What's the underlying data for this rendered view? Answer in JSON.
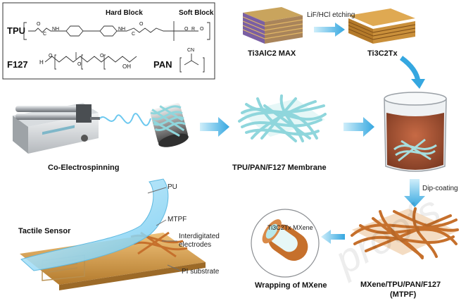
{
  "chem_box": {
    "hard_block_label": "Hard Block",
    "soft_block_label": "Soft Block",
    "tpu_label": "TPU",
    "f127_label": "F127",
    "pan_label": "PAN",
    "tpu_formula_fragments": [
      "O",
      "C",
      "NH",
      "NH",
      "C",
      "O",
      "O",
      "R",
      "O"
    ],
    "f127_fragments": [
      "H",
      "O",
      "O",
      "O",
      "OH"
    ],
    "pan_fragments": [
      "CN"
    ]
  },
  "steps": {
    "etching_label": "LiF/HCl etching",
    "max_label": "Ti3AlC2 MAX",
    "mxene_label": "Ti3C2Tx",
    "electrospinning_label": "Co-Electrospinning",
    "membrane_label": "TPU/PAN/F127 Membrane",
    "dip_coating_label": "Dip-coating",
    "mtpf_label_line1": "MXene/TPU/PAN/F127",
    "mtpf_label_line2": "(MTPF)",
    "wrapping_label": "Wrapping of MXene",
    "wrap_inset_label": "Ti3C2Tx MXene"
  },
  "sensor": {
    "title": "Tactile Sensor",
    "pu_label": "PU",
    "mtpf_label": "MTPF",
    "electrodes_label_line1": "Interdigitated",
    "electrodes_label_line2": "electrodes",
    "substrate_label": "PI substrate"
  },
  "watermark": "proofs",
  "colors": {
    "arrow_blue": "#35a7e0",
    "fiber_cyan": "#a6dede",
    "mxene_orange": "#c6702c",
    "syringe_gray": "#8a8d91"
  }
}
